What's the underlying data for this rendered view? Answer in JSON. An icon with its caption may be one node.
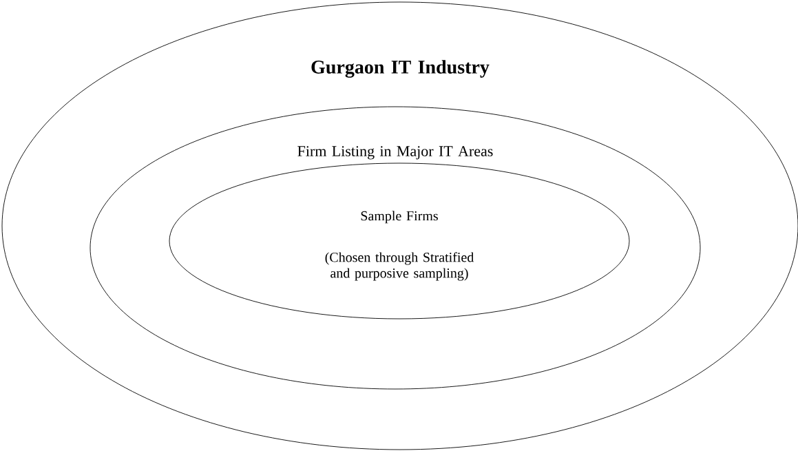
{
  "diagram": {
    "nodes": [
      {
        "text": [
          "Gurgaon IT Industry"
        ]
      },
      {
        "text": [
          "Firm Listing in Major IT Areas"
        ],
        "in": 0
      },
      {
        "text": [
          "Sample Firms",
          "(Chosen through Stratified and purposive sampling)"
        ],
        "in": 1
      }
    ]
  }
}
